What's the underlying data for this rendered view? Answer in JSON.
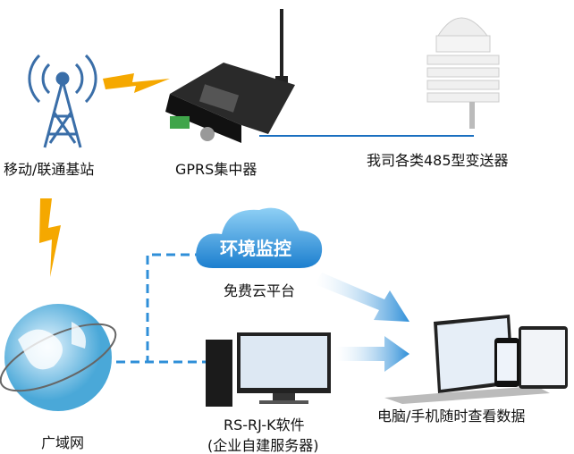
{
  "labels": {
    "base_station": "移动/联通基站",
    "gprs": "GPRS集中器",
    "transmitter": "我司各类485型变送器",
    "cloud_title": "环境监控",
    "cloud_platform": "免费云平台",
    "wan": "广域网",
    "software": "RS-RJ-K软件",
    "server": "(企业自建服务器)",
    "view": "电脑/手机随时查看数据"
  },
  "colors": {
    "accent": "#2f8fd8",
    "bolt": "#f5a800",
    "line": "#1a6fc0"
  }
}
